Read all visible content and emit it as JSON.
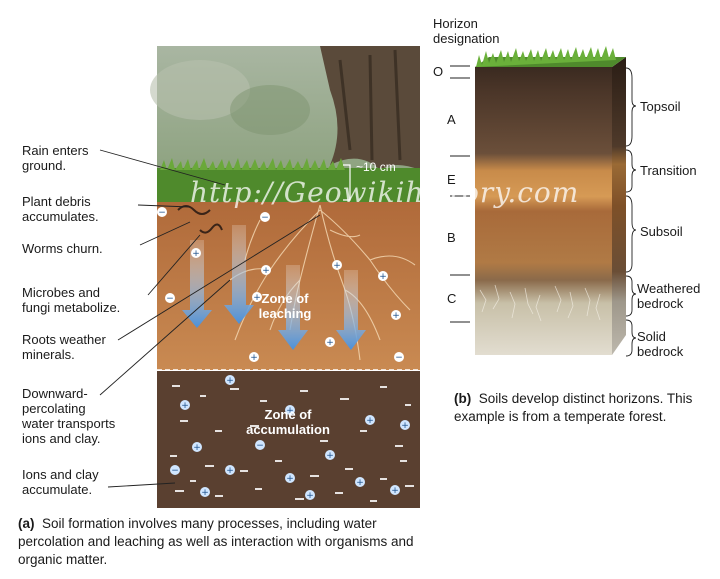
{
  "panel_a": {
    "labels": [
      {
        "id": "rain",
        "text": "Rain enters\nground."
      },
      {
        "id": "debris",
        "text": "Plant debris\naccumulates."
      },
      {
        "id": "worms",
        "text": "Worms churn."
      },
      {
        "id": "microbes",
        "text": "Microbes and\nfungi metabolize."
      },
      {
        "id": "roots",
        "text": "Roots weather\nminerals."
      },
      {
        "id": "downward",
        "text": "Downward-\npercolating\nwater transports\nions and clay."
      },
      {
        "id": "ions",
        "text": "Ions and clay\naccumulate."
      }
    ],
    "depth_label": "~10 cm",
    "zone_leaching": "Zone of\nleaching",
    "zone_accumulation": "Zone of\naccumulation",
    "caption_tag": "(a)",
    "caption_text": "Soil formation involves many processes, including water percolation and leaching as well as interaction with organisms and organic matter."
  },
  "panel_b": {
    "header": "Horizon\ndesignation",
    "horizons": [
      "O",
      "A",
      "E",
      "B",
      "C"
    ],
    "layer_names": [
      "Topsoil",
      "Transition",
      "Subsoil",
      "Weathered\nbedrock",
      "Solid\nbedrock"
    ],
    "caption_tag": "(b)",
    "caption_text": "Soils develop distinct horizons. This example is from a temperate forest."
  },
  "watermark": "http://Geowikihistory.com",
  "colors": {
    "topsoil": "#4a3226",
    "subsoil_orange": "#b8743c",
    "grass": "#4f8a2c",
    "water": "#5aa0d8"
  }
}
